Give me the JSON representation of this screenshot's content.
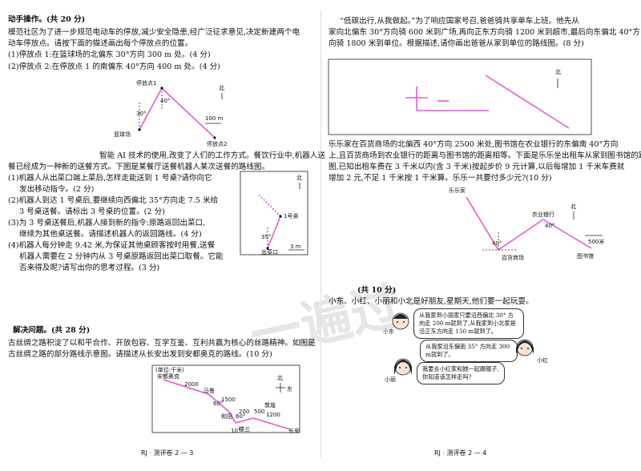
{
  "left": {
    "section1_title": "动手操作。(共 20 分)",
    "q1": {
      "l1": "模范社区为了进一步规范电动车的停放,减少安全隐患,经广泛征求意见,决定新建两个电",
      "l2": "动车停放点。请按下面的描述画出每个停放点的位置。",
      "p1": "(1)停放点 1:在篮球场的北偏东 30°方向 300 m 处。(4 分)",
      "p2": "(2)停放点 2:在停放点 1 的南偏东 40°方向 400 m 处。(4 分)",
      "fig": {
        "stop1": "停放点1",
        "court": "篮球场",
        "stop2": "停放点2",
        "north": "北",
        "a30": "30°",
        "a40": "40°",
        "scale": "100 m"
      }
    },
    "q2": {
      "l1": "智能 AI 技术的使用,改变了人们的工作方式。餐饮行业中,机器人送",
      "l2": "餐已经成为一种新的送餐方式。下图是某餐厅送餐机器人某次送餐的路线图。",
      "p1a": "(1)机器人从出菜口端上菜后,怎样走能送到 1 号桌?请你向它",
      "p1b": "发出移动指令。(2 分)",
      "p2a": "(2)机器人到达 1 号桌后,要继续向西偏北 35°方向走 7.5 米给",
      "p2b": "3 号桌送餐。请标出 3 号桌的位置。(2 分)",
      "p3a": "(3)为 3 号桌送餐后,机器人接到新的指令:原路返回出菜口,",
      "p3b": "继续为其他桌送餐。请描述机器人的返回路线。(4 分)",
      "p4a": "(4)机器人每分钟走 9.42 米,为保证其他桌顾客按时用餐,送餐",
      "p4b": "机器人需要在 2 分钟内从 3 号桌原路返回出菜口取餐。它能",
      "p4c": "否来得及呢?请写出你的思考过程。(3 分)",
      "fig": {
        "north": "北",
        "table1": "1号桌",
        "exit": "出菜口",
        "a35": "35°",
        "scale": "3 m"
      }
    },
    "section2_title": "解决问题。(共 28 分)",
    "q3": {
      "l1": "古丝绸之路积淀了以和平合作、开放包容、互学互鉴、互利共赢为核心的丝路精神。如图是",
      "l2": "古丝绸之路的部分路线示意图。请描述从长安出发到安都奥克的路线。(10 分)",
      "fig": {
        "unit": "(单位:千米)",
        "antioch": "安都奥克",
        "d2000": "2000",
        "maru": "马鲁",
        "d1500": "1500",
        "d200": "200",
        "hetian": "和田",
        "d500": "500",
        "loulan": "楼兰",
        "dunhuang": "敦煌",
        "d1200": "1200",
        "changan": "长安",
        "a60a": "60°",
        "a60b": "60°",
        "a10": "10°",
        "north": "北",
        "east": "东"
      }
    },
    "footer": "RJ · 测评卷 2 — 3"
  },
  "right": {
    "q4": {
      "l1": "“低碳出行,从我做起。”为了响应国家号召,爸爸骑共享单车上班。他先从",
      "l2": "家向北偏东 30°方向骑 600 米到广场,再向正东方向骑 1200 米到超市,最后向东偏北 40°方",
      "l3": "向骑 1800 米到单位。根据描述,请你画出爸爸从家到单位的路线图。(8 分)",
      "fig": {
        "north": "北"
      }
    },
    "q5": {
      "l1": "乐乐家在百货商场的北偏西 40°方向 2500 米处,图书馆在农业银行的东偏南 40°方向",
      "l2": "上,且百货商场到农业银行的距离与图书馆的距离相等。下面是乐乐坐出租车从家到图书馆的路线",
      "l3": "图,已知出租车费在 3 千米以内(含 3 千米)按起步价 9 元计算,以后每增加 1 千米车费就",
      "l4": "增加 2 元,不足 1 千米按 1 千米算。乐乐一共要付多少元?(10 分)",
      "fig": {
        "home": "乐乐家",
        "bank": "农业银行",
        "mall": "百货商场",
        "library": "图书馆",
        "north": "北",
        "a40a": "40°",
        "a40b": "40°",
        "scale": "500米"
      }
    },
    "q6": {
      "title": "(共 10 分)",
      "l1": "小东、小红、小丽和小北是好朋友,星期天,他们要一起玩耍。",
      "bubble1": "从我家到小丽家只要沿西偏北 30° 方向走 200 m就到了,从我家到小北家是沿正东方向走 150 m就到了。",
      "bubble2": "从我家沿东偏南 35° 方向走 300 m就到了。",
      "bubble3": "我要去小红家和她一起踢毽子,你知道该怎样走吗?",
      "name_dong": "小东",
      "name_hong": "小红",
      "name_li": "小丽"
    },
    "footer": "RJ · 测评卷 2 — 4"
  },
  "watermark": "一遍过",
  "colors": {
    "route": "#e75aca",
    "text": "#111111"
  }
}
